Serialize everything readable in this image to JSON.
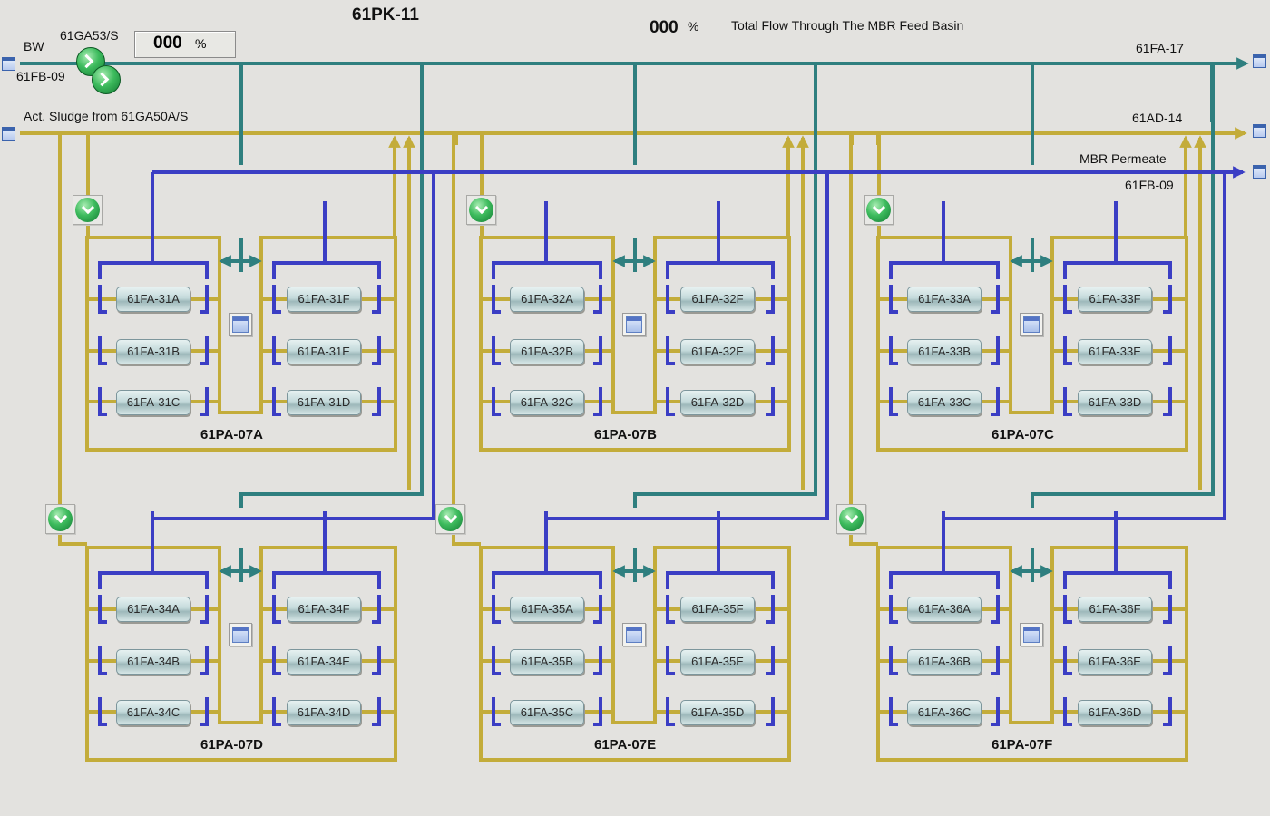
{
  "header": {
    "title": "61PK-11",
    "flow_value": "000",
    "flow_unit": "%",
    "flow_label": "Total Flow Through The MBR Feed Basin"
  },
  "bw_line": {
    "label": "BW",
    "pump_label": "61GA53/S",
    "pump_pct_value": "000",
    "pump_pct_unit": "%",
    "tank_label": "61FB-09",
    "end_label": "61FA-17"
  },
  "sludge_line": {
    "label": "Act. Sludge from 61GA50A/S",
    "end_label": "61AD-14"
  },
  "permeate_line": {
    "label": "MBR Permeate",
    "end_label": "61FB-09"
  },
  "units": [
    {
      "name": "61PA-07A",
      "modules": [
        "61FA-31A",
        "61FA-31B",
        "61FA-31C",
        "61FA-31F",
        "61FA-31E",
        "61FA-31D"
      ]
    },
    {
      "name": "61PA-07B",
      "modules": [
        "61FA-32A",
        "61FA-32B",
        "61FA-32C",
        "61FA-32F",
        "61FA-32E",
        "61FA-32D"
      ]
    },
    {
      "name": "61PA-07C",
      "modules": [
        "61FA-33A",
        "61FA-33B",
        "61FA-33C",
        "61FA-33F",
        "61FA-33E",
        "61FA-33D"
      ]
    },
    {
      "name": "61PA-07D",
      "modules": [
        "61FA-34A",
        "61FA-34B",
        "61FA-34C",
        "61FA-34F",
        "61FA-34E",
        "61FA-34D"
      ]
    },
    {
      "name": "61PA-07E",
      "modules": [
        "61FA-35A",
        "61FA-35B",
        "61FA-35C",
        "61FA-35F",
        "61FA-35E",
        "61FA-35D"
      ]
    },
    {
      "name": "61PA-07F",
      "modules": [
        "61FA-36A",
        "61FA-36B",
        "61FA-36C",
        "61FA-36F",
        "61FA-36E",
        "61FA-36D"
      ]
    }
  ],
  "colors": {
    "background": "#e3e2df",
    "backwash_pipe": "#2f7f7f",
    "sludge_pipe": "#c3ac3a",
    "permeate_pipe": "#3b3ec4",
    "valve_open": "#2faa4f"
  },
  "icons": {
    "faceplate": "window-icon",
    "valve": "check-valve-icon",
    "pump": "pump-icon",
    "flow_arrow": "arrow-right-icon"
  }
}
